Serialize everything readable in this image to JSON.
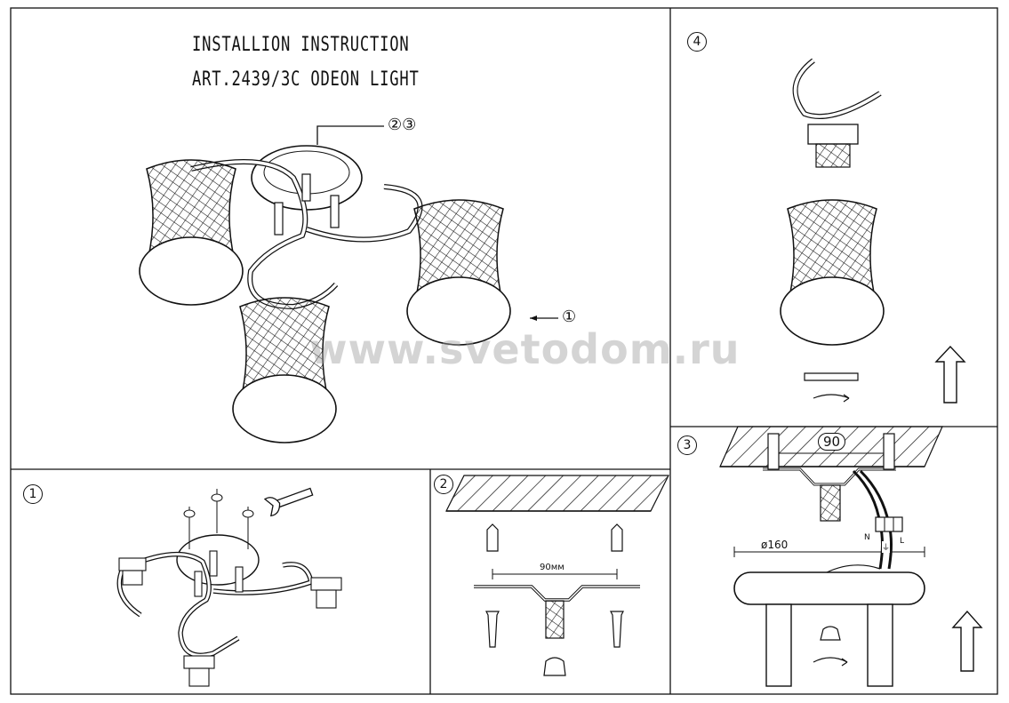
{
  "header": {
    "title_line1": "INSTALLION INSTRUCTION",
    "title_line2": "ART.2439/3C ODEON LIGHT"
  },
  "watermark": "www.svetodom.ru",
  "main_view": {
    "callout_top": "②③",
    "callout_shade": "①"
  },
  "panels": {
    "p1": {
      "number": "1"
    },
    "p2": {
      "number": "2",
      "spacing_label": "90мм"
    },
    "p3": {
      "number": "3",
      "spacing_label": "90",
      "diameter_label": "ø160",
      "wire_labels": [
        "N",
        "⏚",
        "L"
      ]
    },
    "p4": {
      "number": "4"
    }
  }
}
